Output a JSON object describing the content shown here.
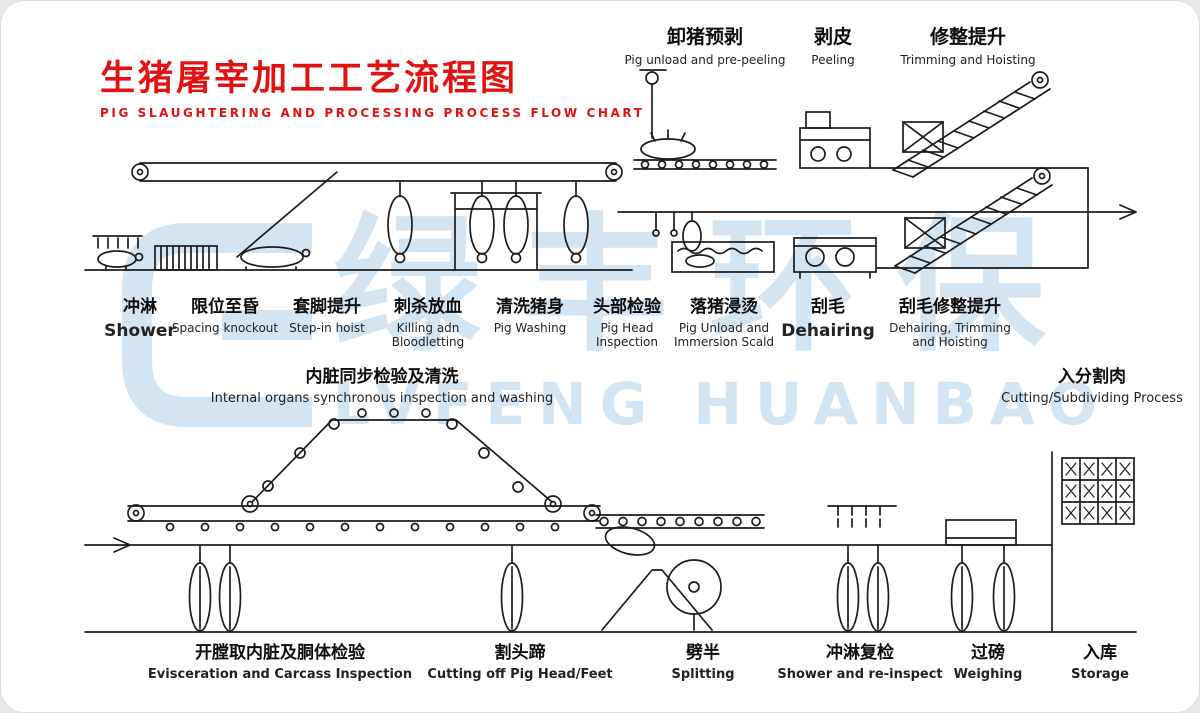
{
  "header": {
    "title_cn": "生猪屠宰加工工艺流程图",
    "title_en": "PIG SLAUGHTERING AND PROCESSING PROCESS FLOW CHART"
  },
  "watermark": {
    "cn": "绿丰环保",
    "en": "LVFENG HUANBAO"
  },
  "colors": {
    "title_red": "#e31212",
    "line": "#1c1c1c",
    "watermark_blue": "#a7c9e5"
  },
  "top_stations": [
    {
      "cn": "卸猪预剥",
      "en": "Pig unload and pre-peeling"
    },
    {
      "cn": "剥皮",
      "en": "Peeling"
    },
    {
      "cn": "修整提升",
      "en": "Trimming and Hoisting"
    }
  ],
  "mid_stations": [
    {
      "cn": "冲淋",
      "en": "Shower"
    },
    {
      "cn": "限位至昏",
      "en": "Spacing knockout"
    },
    {
      "cn": "套脚提升",
      "en": "Step-in hoist"
    },
    {
      "cn": "刺杀放血",
      "en": "Killing adn\nBloodletting"
    },
    {
      "cn": "清洗猪身",
      "en": "Pig Washing"
    },
    {
      "cn": "头部检验",
      "en": "Pig Head\nInspection"
    },
    {
      "cn": "落猪浸烫",
      "en": "Pig Unload and\nImmersion Scald"
    },
    {
      "cn": "刮毛",
      "en": "Dehairing"
    },
    {
      "cn": "刮毛修整提升",
      "en": "Dehairing, Trimming\nand Hoisting"
    }
  ],
  "section_labels": {
    "organs_cn": "内脏同步检验及清洗",
    "organs_en": "Internal organs synchronous inspection and washing",
    "cutting_cn": "入分割肉",
    "cutting_en": "Cutting/Subdividing Process"
  },
  "bottom_stations": [
    {
      "cn": "开膛取内脏及胴体检验",
      "en": "Evisceration and Carcass Inspection"
    },
    {
      "cn": "割头蹄",
      "en": "Cutting off Pig Head/Feet"
    },
    {
      "cn": "劈半",
      "en": "Splitting"
    },
    {
      "cn": "冲淋复检",
      "en": "Shower and re-inspect"
    },
    {
      "cn": "过磅",
      "en": "Weighing"
    },
    {
      "cn": "入库",
      "en": "Storage"
    }
  ]
}
